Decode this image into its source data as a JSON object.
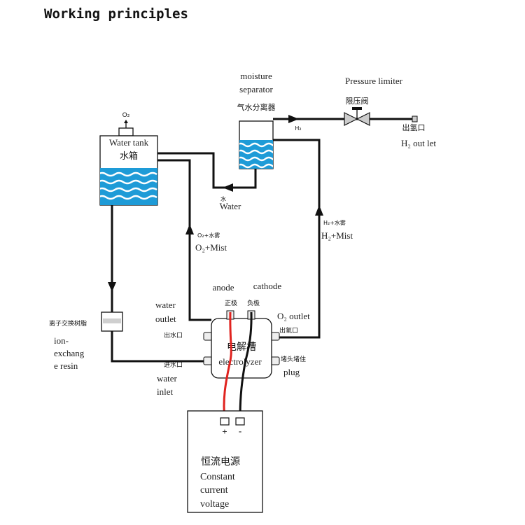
{
  "title": "Working principles",
  "colors": {
    "water": "#1e9bd7",
    "line": "#111111",
    "positive_wire": "#e0231f",
    "negative_wire": "#111111"
  },
  "water_tank": {
    "o2_label": "O₂",
    "label_en": "Water tank",
    "label_cn": "水箱"
  },
  "moisture_separator": {
    "label_en_line1": "moisture",
    "label_en_line2": "separator",
    "label_cn": "气水分离器"
  },
  "pressure_limiter": {
    "label_en": "Pressure limiter",
    "label_cn": "限压阀"
  },
  "h2_outlet": {
    "label_cn": "出氢口",
    "label_en": "H₂ out let"
  },
  "h2_pipe_label": "H₂",
  "water_return": {
    "label_cn": "水",
    "label_en": "Water"
  },
  "o2_mist": {
    "label_cn": "O₂+水雾",
    "label_en": "O₂+Mist"
  },
  "h2_mist": {
    "label_cn": "H₂+水雾",
    "label_en": "H₂+Mist"
  },
  "electrodes": {
    "anode": "anode",
    "cathode": "cathode",
    "anode_cn": "正极",
    "cathode_cn": "负极"
  },
  "electrolyzer": {
    "label_cn": "电解槽",
    "label_en": "electrolyzer"
  },
  "o2_outlet": {
    "label_en": "O₂ outlet",
    "label_cn": "出氧口"
  },
  "plug": {
    "label_cn": "堵头堵住",
    "label_en": "plug"
  },
  "water_outlet": {
    "line1": "water",
    "line2": "outlet",
    "label_cn": "出水口"
  },
  "water_inlet": {
    "line1": "water",
    "line2": "inlet",
    "label_cn": "进水口"
  },
  "ion_exchange": {
    "label_cn": "离子交换树脂",
    "line1": "ion-",
    "line2": "exchang",
    "line3": "e resin"
  },
  "power_supply": {
    "positive": "+",
    "negative": "-",
    "label_cn": "恒流电源",
    "line1": "Constant",
    "line2": "current",
    "line3": "voltage"
  }
}
